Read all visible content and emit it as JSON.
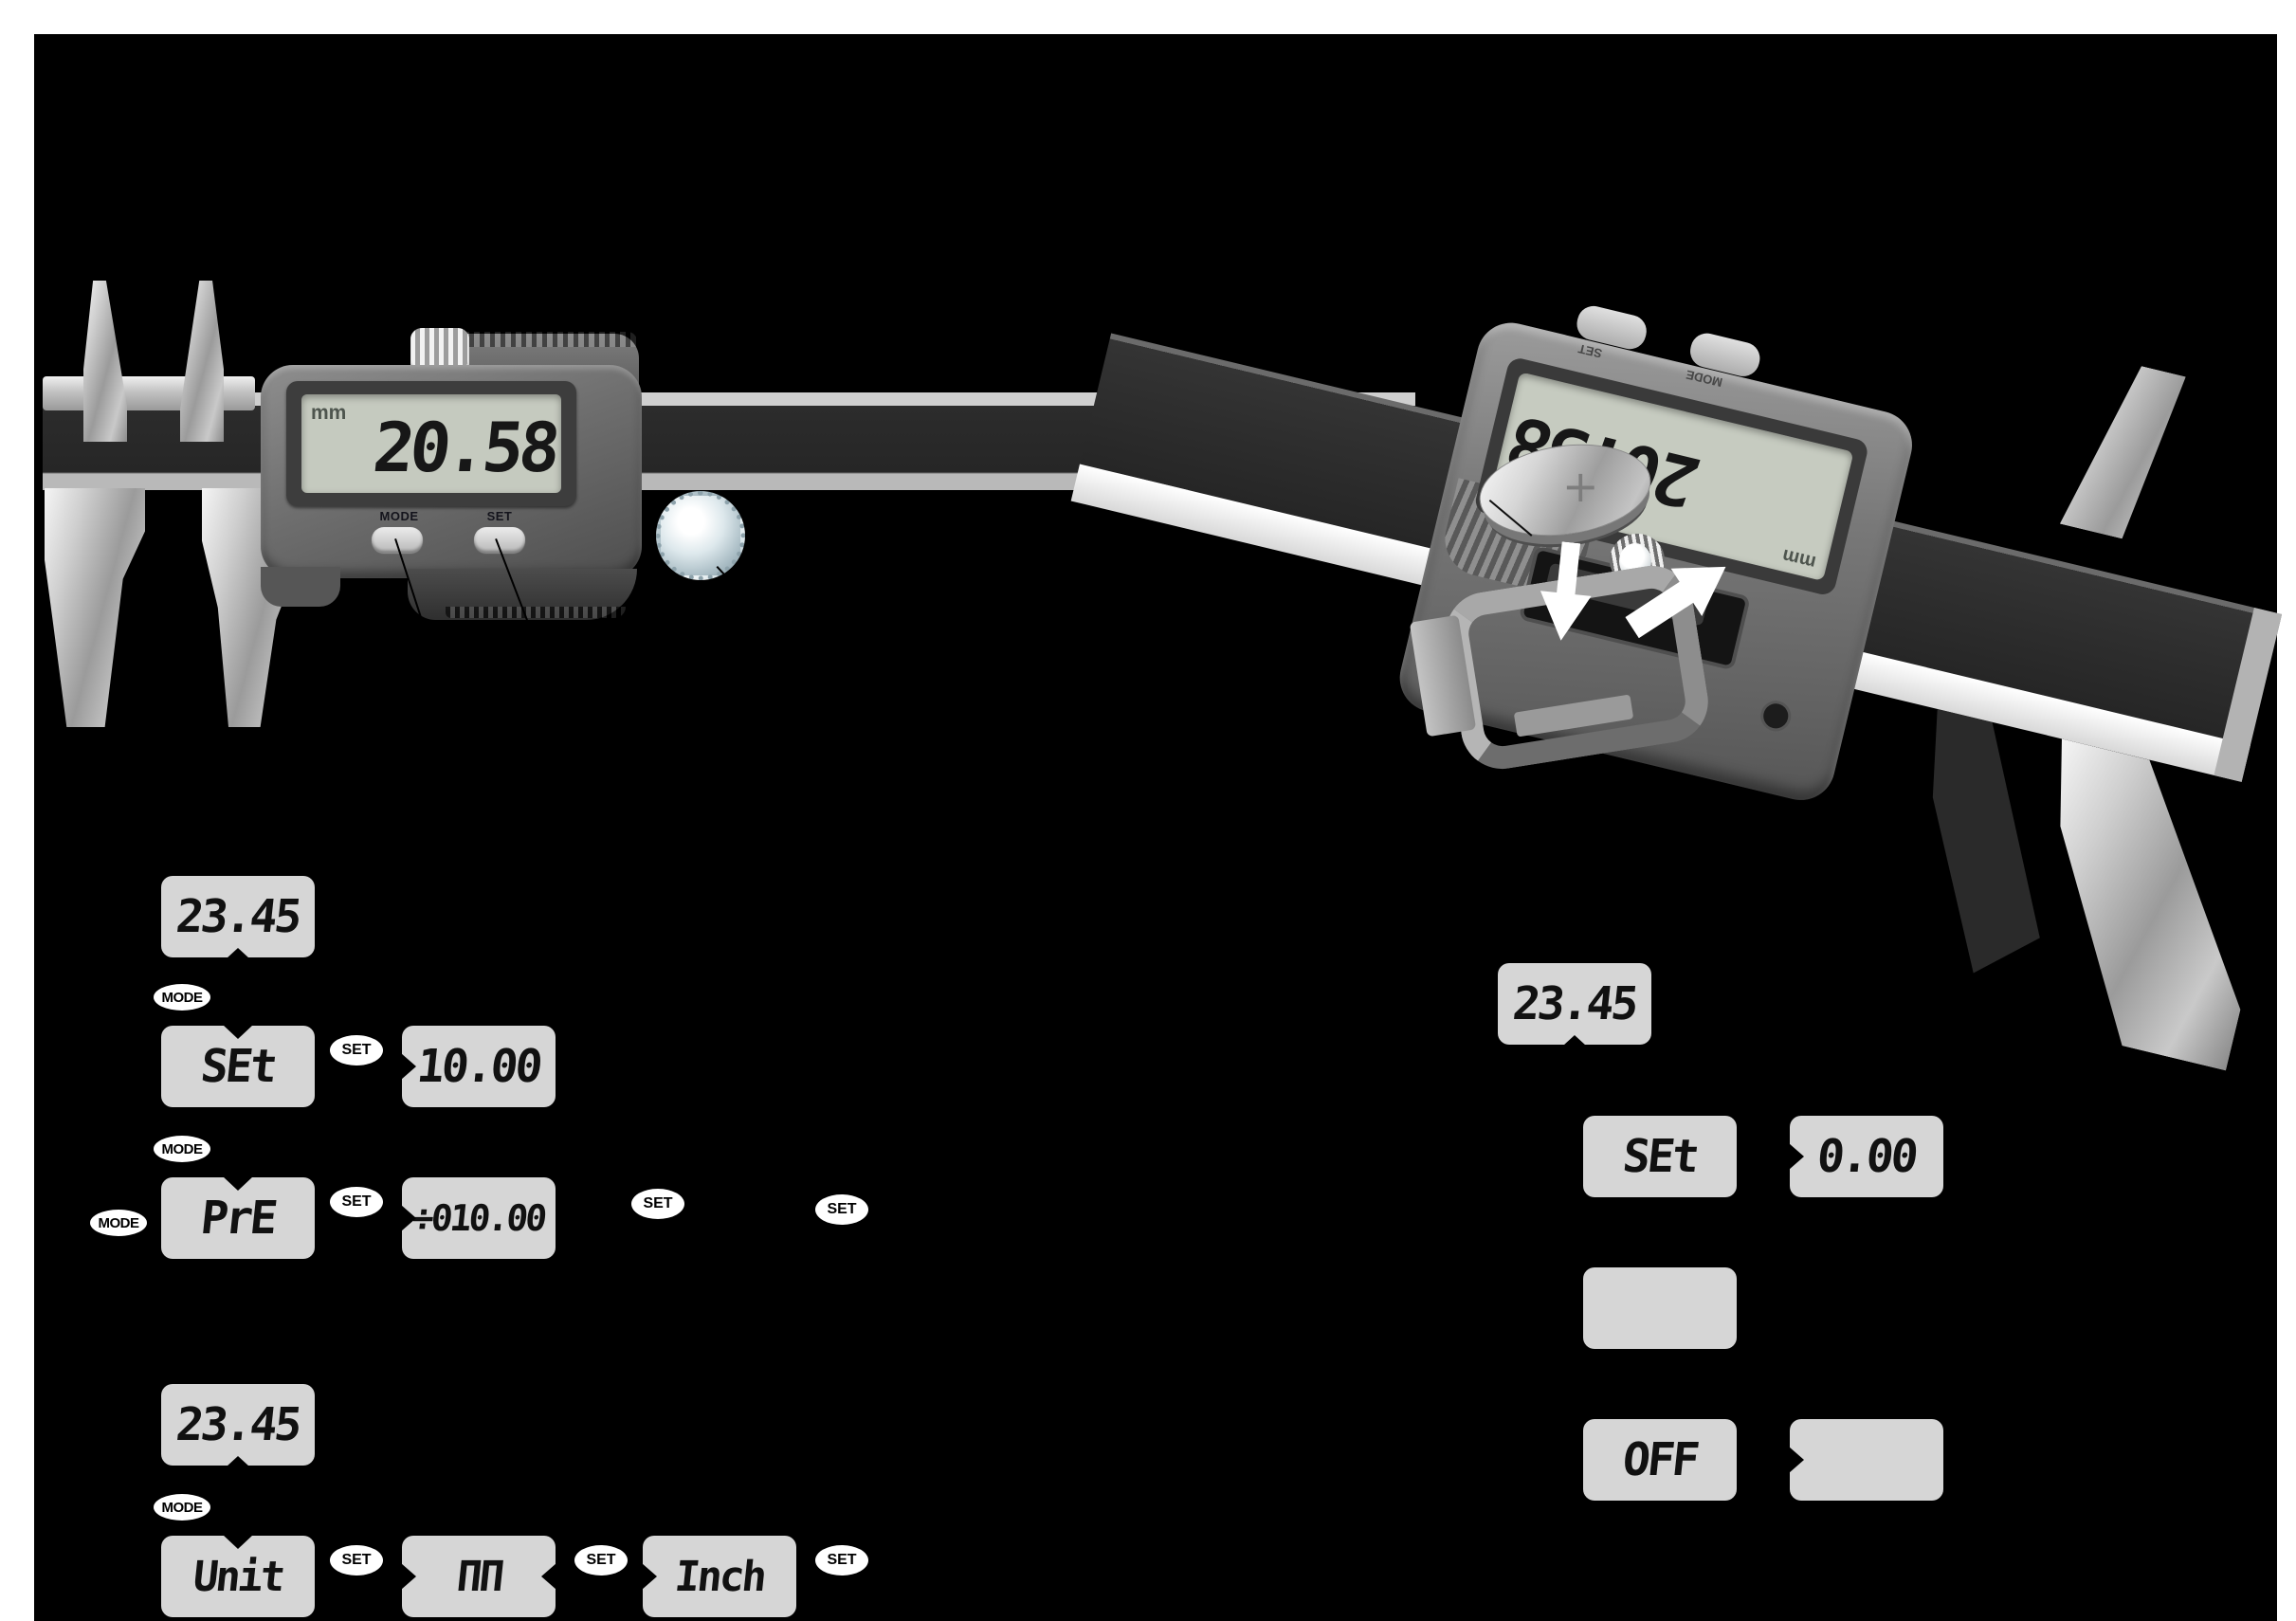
{
  "badges": {
    "mode": "MODE",
    "set": "SET"
  },
  "caliper_front": {
    "unit_label": "mm",
    "display_value": "20.58",
    "mode_button_label": "MODE",
    "set_button_label": "SET"
  },
  "caliper_battery": {
    "display_value": "20.58",
    "unit_label": "mm",
    "battery_polarity": "+",
    "left_button_label": "SET",
    "right_button_label": "MODE"
  },
  "flow_zero_preset": {
    "current_value": "23.45",
    "zero_mode_label": "SEt",
    "zero_value": "10.00",
    "preset_mode_label": "PrE",
    "preset_value": "÷010.00"
  },
  "flow_unit": {
    "current_value": "23.45",
    "unit_mode_label": "Unit",
    "mm_label": "ΠΠ",
    "inch_label": "Inch"
  },
  "flow_auto_off": {
    "current_value": "23.45",
    "set_label": "SEt",
    "zero_value": "0.00",
    "blank_display": "",
    "off_label": "OFF",
    "blank_display2": ""
  }
}
